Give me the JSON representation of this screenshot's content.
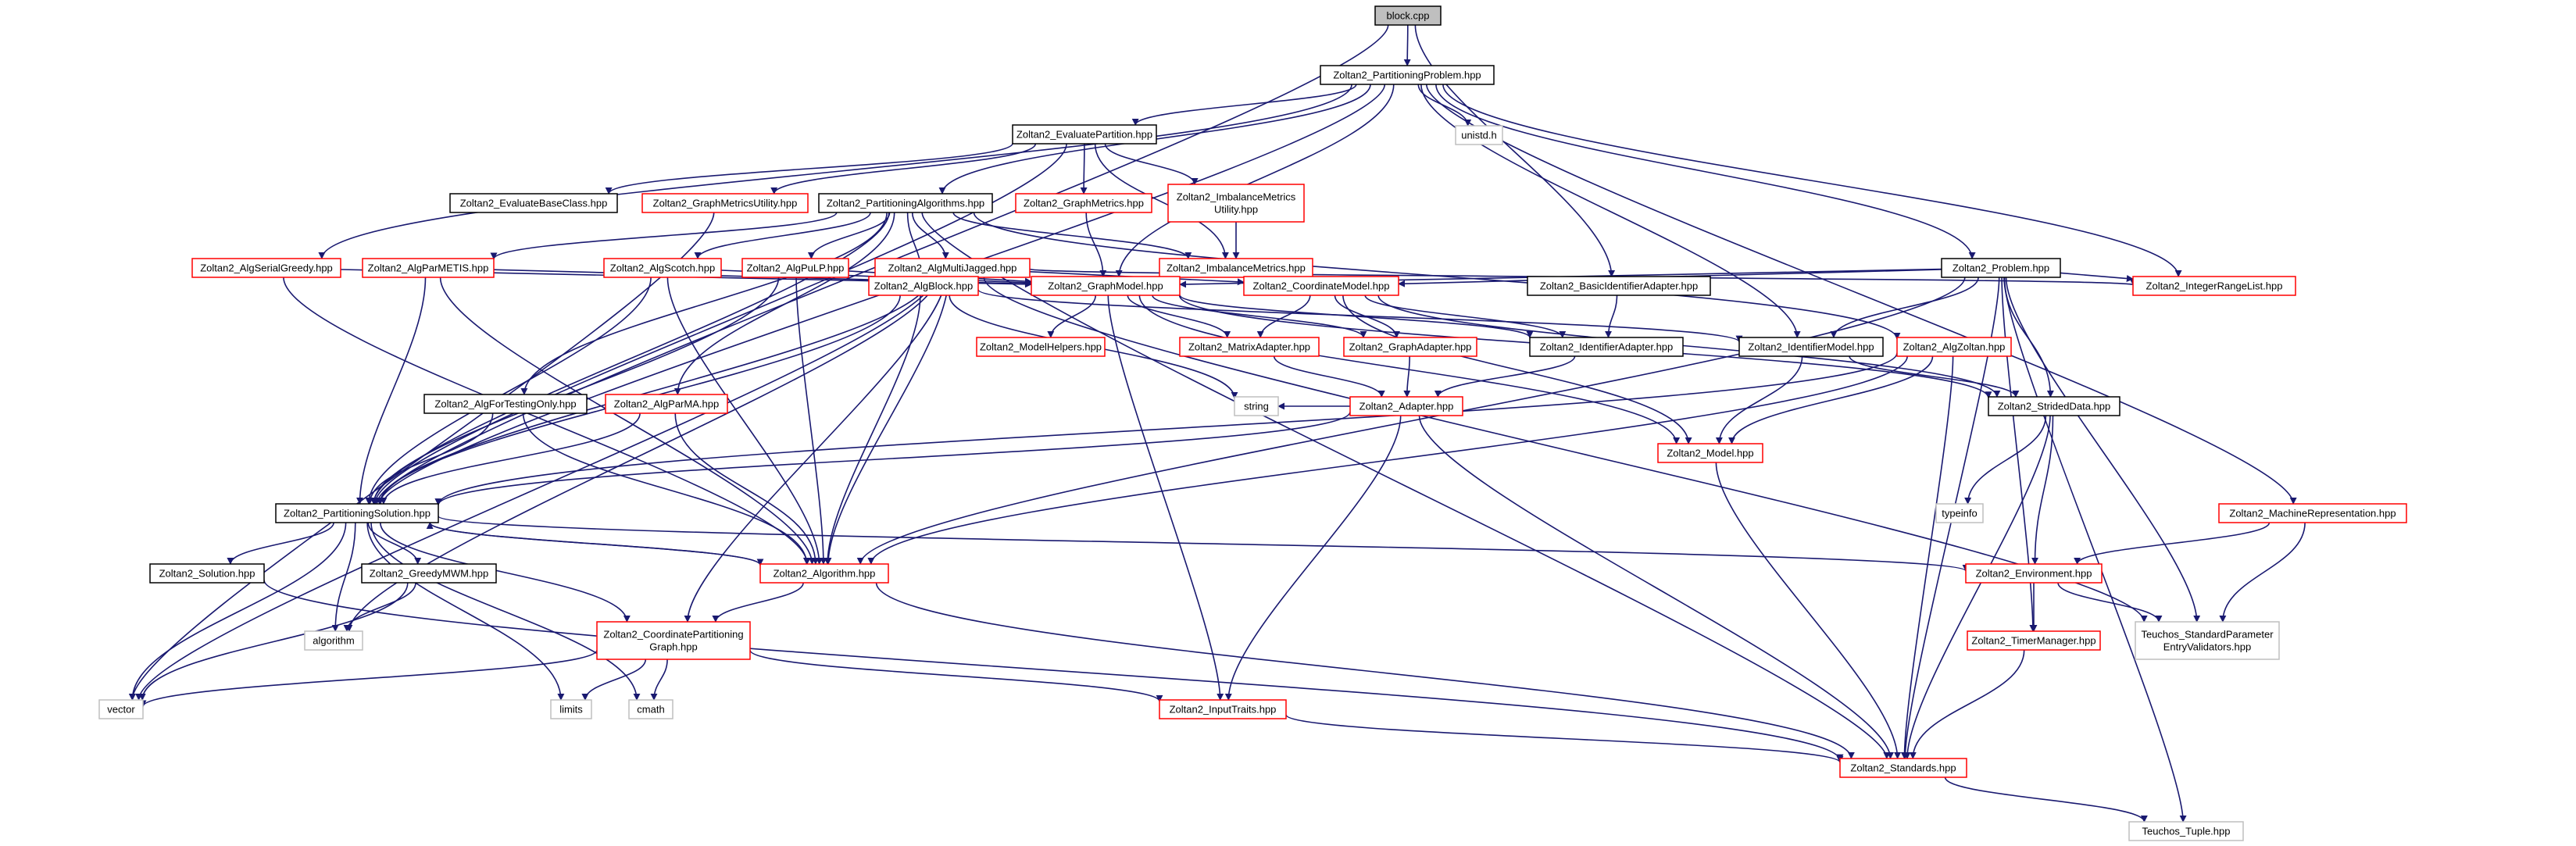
{
  "title": "",
  "colors": {
    "edge": "#191970",
    "root_fill": "#bfbfbf",
    "border_documented": "#000000",
    "border_undocumented": "#ff0000",
    "border_system": "#bfbfbf",
    "node_fill": "#ffffff"
  },
  "nodes": [
    {
      "id": "block_cpp",
      "label": [
        "block.cpp"
      ],
      "kind": "root"
    },
    {
      "id": "partitioning_problem",
      "label": [
        "Zoltan2_PartitioningProblem.hpp"
      ],
      "kind": "doc"
    },
    {
      "id": "evaluate_partition",
      "label": [
        "Zoltan2_EvaluatePartition.hpp"
      ],
      "kind": "doc"
    },
    {
      "id": "unistd",
      "label": [
        "unistd.h"
      ],
      "kind": "sys"
    },
    {
      "id": "evaluate_base",
      "label": [
        "Zoltan2_EvaluateBaseClass.hpp"
      ],
      "kind": "doc"
    },
    {
      "id": "graph_metrics_utility",
      "label": [
        "Zoltan2_GraphMetricsUtility.hpp"
      ],
      "kind": "red"
    },
    {
      "id": "partitioning_algorithms",
      "label": [
        "Zoltan2_PartitioningAlgorithms.hpp"
      ],
      "kind": "doc"
    },
    {
      "id": "graph_metrics",
      "label": [
        "Zoltan2_GraphMetrics.hpp"
      ],
      "kind": "red"
    },
    {
      "id": "imbalance_metrics_utility",
      "label": [
        "Zoltan2_ImbalanceMetrics",
        "Utility.hpp"
      ],
      "kind": "red"
    },
    {
      "id": "alg_serial_greedy",
      "label": [
        "Zoltan2_AlgSerialGreedy.hpp"
      ],
      "kind": "red"
    },
    {
      "id": "alg_par_metis",
      "label": [
        "Zoltan2_AlgParMETIS.hpp"
      ],
      "kind": "red"
    },
    {
      "id": "alg_scotch",
      "label": [
        "Zoltan2_AlgScotch.hpp"
      ],
      "kind": "red"
    },
    {
      "id": "alg_pulp",
      "label": [
        "Zoltan2_AlgPuLP.hpp"
      ],
      "kind": "red"
    },
    {
      "id": "alg_multijagged",
      "label": [
        "Zoltan2_AlgMultiJagged.hpp"
      ],
      "kind": "red"
    },
    {
      "id": "imbalance_metrics",
      "label": [
        "Zoltan2_ImbalanceMetrics.hpp"
      ],
      "kind": "red"
    },
    {
      "id": "problem",
      "label": [
        "Zoltan2_Problem.hpp"
      ],
      "kind": "doc"
    },
    {
      "id": "alg_block",
      "label": [
        "Zoltan2_AlgBlock.hpp"
      ],
      "kind": "red"
    },
    {
      "id": "graph_model",
      "label": [
        "Zoltan2_GraphModel.hpp"
      ],
      "kind": "red"
    },
    {
      "id": "coordinate_model",
      "label": [
        "Zoltan2_CoordinateModel.hpp"
      ],
      "kind": "red"
    },
    {
      "id": "basic_identifier_adapter",
      "label": [
        "Zoltan2_BasicIdentifierAdapter.hpp"
      ],
      "kind": "doc"
    },
    {
      "id": "integer_range_list",
      "label": [
        "Zoltan2_IntegerRangeList.hpp"
      ],
      "kind": "red"
    },
    {
      "id": "model_helpers",
      "label": [
        "Zoltan2_ModelHelpers.hpp"
      ],
      "kind": "red"
    },
    {
      "id": "matrix_adapter",
      "label": [
        "Zoltan2_MatrixAdapter.hpp"
      ],
      "kind": "red"
    },
    {
      "id": "graph_adapter",
      "label": [
        "Zoltan2_GraphAdapter.hpp"
      ],
      "kind": "red"
    },
    {
      "id": "identifier_adapter",
      "label": [
        "Zoltan2_IdentifierAdapter.hpp"
      ],
      "kind": "doc"
    },
    {
      "id": "identifier_model",
      "label": [
        "Zoltan2_IdentifierModel.hpp"
      ],
      "kind": "doc"
    },
    {
      "id": "alg_zoltan",
      "label": [
        "Zoltan2_AlgZoltan.hpp"
      ],
      "kind": "red"
    },
    {
      "id": "string",
      "label": [
        "string"
      ],
      "kind": "sys"
    },
    {
      "id": "adapter",
      "label": [
        "Zoltan2_Adapter.hpp"
      ],
      "kind": "red"
    },
    {
      "id": "model",
      "label": [
        "Zoltan2_Model.hpp"
      ],
      "kind": "red"
    },
    {
      "id": "strided_data",
      "label": [
        "Zoltan2_StridedData.hpp"
      ],
      "kind": "doc"
    },
    {
      "id": "alg_for_testing_only",
      "label": [
        "Zoltan2_AlgForTestingOnly.hpp"
      ],
      "kind": "doc"
    },
    {
      "id": "alg_par_ma",
      "label": [
        "Zoltan2_AlgParMA.hpp"
      ],
      "kind": "red"
    },
    {
      "id": "typeinfo",
      "label": [
        "typeinfo"
      ],
      "kind": "sys"
    },
    {
      "id": "machine_representation",
      "label": [
        "Zoltan2_MachineRepresentation.hpp"
      ],
      "kind": "red"
    },
    {
      "id": "partitioning_solution",
      "label": [
        "Zoltan2_PartitioningSolution.hpp"
      ],
      "kind": "doc"
    },
    {
      "id": "solution",
      "label": [
        "Zoltan2_Solution.hpp"
      ],
      "kind": "doc"
    },
    {
      "id": "greedy_mwm",
      "label": [
        "Zoltan2_GreedyMWM.hpp"
      ],
      "kind": "doc"
    },
    {
      "id": "algorithm_hpp",
      "label": [
        "Zoltan2_Algorithm.hpp"
      ],
      "kind": "red"
    },
    {
      "id": "environment",
      "label": [
        "Zoltan2_Environment.hpp"
      ],
      "kind": "red"
    },
    {
      "id": "algorithm_std",
      "label": [
        "algorithm"
      ],
      "kind": "sys"
    },
    {
      "id": "coordinate_partitioning_graph",
      "label": [
        "Zoltan2_CoordinatePartitioning",
        "Graph.hpp"
      ],
      "kind": "red"
    },
    {
      "id": "timer_manager",
      "label": [
        "Zoltan2_TimerManager.hpp"
      ],
      "kind": "red"
    },
    {
      "id": "teuchos_validators",
      "label": [
        "Teuchos_StandardParameter",
        "EntryValidators.hpp"
      ],
      "kind": "sys"
    },
    {
      "id": "vector",
      "label": [
        "vector"
      ],
      "kind": "sys"
    },
    {
      "id": "limits",
      "label": [
        "limits"
      ],
      "kind": "sys"
    },
    {
      "id": "cmath",
      "label": [
        "cmath"
      ],
      "kind": "sys"
    },
    {
      "id": "input_traits",
      "label": [
        "Zoltan2_InputTraits.hpp"
      ],
      "kind": "red"
    },
    {
      "id": "standards",
      "label": [
        "Zoltan2_Standards.hpp"
      ],
      "kind": "red"
    },
    {
      "id": "teuchos_tuple",
      "label": [
        "Teuchos_Tuple.hpp"
      ],
      "kind": "sys"
    }
  ],
  "edges": [
    [
      "block_cpp",
      "partitioning_problem"
    ],
    [
      "block_cpp",
      "basic_identifier_adapter"
    ],
    [
      "block_cpp",
      "partitioning_solution"
    ],
    [
      "partitioning_problem",
      "evaluate_partition"
    ],
    [
      "partitioning_problem",
      "unistd"
    ],
    [
      "partitioning_problem",
      "partitioning_algorithms"
    ],
    [
      "partitioning_problem",
      "problem"
    ],
    [
      "partitioning_problem",
      "alg_serial_greedy"
    ],
    [
      "partitioning_problem",
      "graph_model"
    ],
    [
      "partitioning_problem",
      "identifier_model"
    ],
    [
      "partitioning_problem",
      "integer_range_list"
    ],
    [
      "partitioning_problem",
      "machine_representation"
    ],
    [
      "partitioning_problem",
      "partitioning_solution"
    ],
    [
      "evaluate_partition",
      "evaluate_base"
    ],
    [
      "evaluate_partition",
      "graph_metrics_utility"
    ],
    [
      "evaluate_partition",
      "graph_metrics"
    ],
    [
      "evaluate_partition",
      "imbalance_metrics_utility"
    ],
    [
      "evaluate_partition",
      "imbalance_metrics"
    ],
    [
      "evaluate_partition",
      "partitioning_solution"
    ],
    [
      "graph_metrics_utility",
      "vector"
    ],
    [
      "graph_metrics",
      "graph_model"
    ],
    [
      "imbalance_metrics_utility",
      "imbalance_metrics"
    ],
    [
      "imbalance_metrics",
      "graph_model"
    ],
    [
      "partitioning_algorithms",
      "alg_par_metis"
    ],
    [
      "partitioning_algorithms",
      "alg_scotch"
    ],
    [
      "partitioning_algorithms",
      "alg_pulp"
    ],
    [
      "partitioning_algorithms",
      "alg_multijagged"
    ],
    [
      "partitioning_algorithms",
      "alg_block"
    ],
    [
      "partitioning_algorithms",
      "alg_for_testing_only"
    ],
    [
      "partitioning_algorithms",
      "alg_par_ma"
    ],
    [
      "partitioning_algorithms",
      "alg_zoltan"
    ],
    [
      "partitioning_algorithms",
      "imbalance_metrics"
    ],
    [
      "partitioning_algorithms",
      "standards"
    ],
    [
      "partitioning_algorithms",
      "partitioning_solution"
    ],
    [
      "alg_serial_greedy",
      "graph_model"
    ],
    [
      "alg_serial_greedy",
      "algorithm_hpp"
    ],
    [
      "alg_par_metis",
      "graph_model"
    ],
    [
      "alg_par_metis",
      "algorithm_hpp"
    ],
    [
      "alg_par_metis",
      "partitioning_solution"
    ],
    [
      "alg_scotch",
      "graph_model"
    ],
    [
      "alg_scotch",
      "algorithm_hpp"
    ],
    [
      "alg_scotch",
      "partitioning_solution"
    ],
    [
      "alg_pulp",
      "graph_model"
    ],
    [
      "alg_pulp",
      "algorithm_hpp"
    ],
    [
      "alg_pulp",
      "partitioning_solution"
    ],
    [
      "alg_multijagged",
      "coordinate_model"
    ],
    [
      "alg_multijagged",
      "integer_range_list"
    ],
    [
      "alg_multijagged",
      "coordinate_partitioning_graph"
    ],
    [
      "alg_multijagged",
      "algorithm_hpp"
    ],
    [
      "alg_multijagged",
      "algorithm_std"
    ],
    [
      "alg_multijagged",
      "vector"
    ],
    [
      "alg_multijagged",
      "partitioning_solution"
    ],
    [
      "alg_multijagged",
      "teuchos_validators"
    ],
    [
      "alg_block",
      "identifier_model"
    ],
    [
      "alg_block",
      "algorithm_hpp"
    ],
    [
      "alg_block",
      "string"
    ],
    [
      "alg_block",
      "partitioning_solution"
    ],
    [
      "alg_for_testing_only",
      "algorithm_hpp"
    ],
    [
      "alg_for_testing_only",
      "partitioning_solution"
    ],
    [
      "alg_par_ma",
      "algorithm_hpp"
    ],
    [
      "alg_par_ma",
      "partitioning_solution"
    ],
    [
      "problem",
      "integer_range_list"
    ],
    [
      "problem",
      "graph_model"
    ],
    [
      "problem",
      "coordinate_model"
    ],
    [
      "problem",
      "identifier_model"
    ],
    [
      "problem",
      "strided_data"
    ],
    [
      "problem",
      "algorithm_hpp"
    ],
    [
      "problem",
      "timer_manager"
    ],
    [
      "problem",
      "standards"
    ],
    [
      "problem",
      "teuchos_validators"
    ],
    [
      "problem",
      "teuchos_tuple"
    ],
    [
      "graph_model",
      "model_helpers"
    ],
    [
      "graph_model",
      "matrix_adapter"
    ],
    [
      "graph_model",
      "graph_adapter"
    ],
    [
      "graph_model",
      "identifier_adapter"
    ],
    [
      "graph_model",
      "model"
    ],
    [
      "graph_model",
      "strided_data"
    ],
    [
      "graph_model",
      "input_traits"
    ],
    [
      "coordinate_model",
      "matrix_adapter"
    ],
    [
      "coordinate_model",
      "graph_adapter"
    ],
    [
      "coordinate_model",
      "identifier_adapter"
    ],
    [
      "coordinate_model",
      "model"
    ],
    [
      "coordinate_model",
      "strided_data"
    ],
    [
      "basic_identifier_adapter",
      "identifier_adapter"
    ],
    [
      "matrix_adapter",
      "adapter"
    ],
    [
      "graph_adapter",
      "adapter"
    ],
    [
      "identifier_adapter",
      "adapter"
    ],
    [
      "identifier_model",
      "model"
    ],
    [
      "identifier_model",
      "strided_data"
    ],
    [
      "alg_zoltan",
      "model"
    ],
    [
      "alg_zoltan",
      "algorithm_hpp"
    ],
    [
      "alg_zoltan",
      "standards"
    ],
    [
      "alg_zoltan",
      "partitioning_solution"
    ],
    [
      "adapter",
      "string"
    ],
    [
      "adapter",
      "input_traits"
    ],
    [
      "adapter",
      "standards"
    ],
    [
      "adapter",
      "partitioning_solution"
    ],
    [
      "model",
      "standards"
    ],
    [
      "strided_data",
      "typeinfo"
    ],
    [
      "strided_data",
      "environment"
    ],
    [
      "strided_data",
      "standards"
    ],
    [
      "machine_representation",
      "environment"
    ],
    [
      "machine_representation",
      "teuchos_validators"
    ],
    [
      "partitioning_solution",
      "solution"
    ],
    [
      "partitioning_solution",
      "greedy_mwm"
    ],
    [
      "partitioning_solution",
      "algorithm_hpp"
    ],
    [
      "partitioning_solution",
      "environment"
    ],
    [
      "partitioning_solution",
      "coordinate_partitioning_graph"
    ],
    [
      "partitioning_solution",
      "algorithm_std"
    ],
    [
      "partitioning_solution",
      "vector"
    ],
    [
      "partitioning_solution",
      "limits"
    ],
    [
      "partitioning_solution",
      "cmath"
    ],
    [
      "solution",
      "standards"
    ],
    [
      "greedy_mwm",
      "algorithm_std"
    ],
    [
      "greedy_mwm",
      "vector"
    ],
    [
      "algorithm_hpp",
      "coordinate_partitioning_graph"
    ],
    [
      "algorithm_hpp",
      "standards"
    ],
    [
      "algorithm_hpp",
      "partitioning_solution"
    ],
    [
      "environment",
      "timer_manager"
    ],
    [
      "environment",
      "teuchos_validators"
    ],
    [
      "coordinate_partitioning_graph",
      "vector"
    ],
    [
      "coordinate_partitioning_graph",
      "limits"
    ],
    [
      "coordinate_partitioning_graph",
      "cmath"
    ],
    [
      "coordinate_partitioning_graph",
      "input_traits"
    ],
    [
      "timer_manager",
      "standards"
    ],
    [
      "input_traits",
      "standards"
    ],
    [
      "standards",
      "teuchos_tuple"
    ]
  ]
}
